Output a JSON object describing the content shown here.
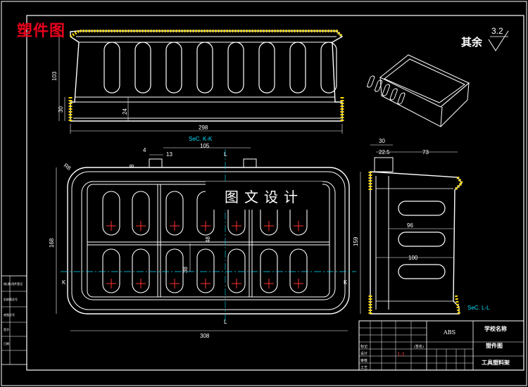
{
  "title_cn": "塑件图",
  "watermark": "图文设计",
  "roughness": {
    "label": "其余",
    "value": "3.2"
  },
  "section_kk": "SeC. K-K",
  "section_ll": "SeC. L-L",
  "cut_labels": {
    "k": "K",
    "l": "L"
  },
  "dims": {
    "top_height": "103",
    "top_base": "30",
    "top_24": "24",
    "top_width": "298",
    "plan_105": "105",
    "plan_4": "4",
    "plan_13": "13",
    "plan_8": "8",
    "plan_r": "R8",
    "plan_168": "168",
    "plan_48": "48",
    "plan_38": "38",
    "plan_308": "308",
    "side_30": "30",
    "side_225": "22.5",
    "side_73": "73",
    "side_159": "159",
    "side_96": "96",
    "side_100": "100"
  },
  "title_block": {
    "material": "ABS",
    "school": "学校名称",
    "drawing": "塑件图",
    "part": "工具塑料架",
    "scale": "1:1",
    "rows_left": [
      "标记",
      "设计",
      "审核",
      "工艺"
    ],
    "sheet_label": "(签名)"
  },
  "side_panel": [
    "借(通)用件登记",
    "旧底图总号",
    "底图总号",
    "签字",
    "日期"
  ]
}
